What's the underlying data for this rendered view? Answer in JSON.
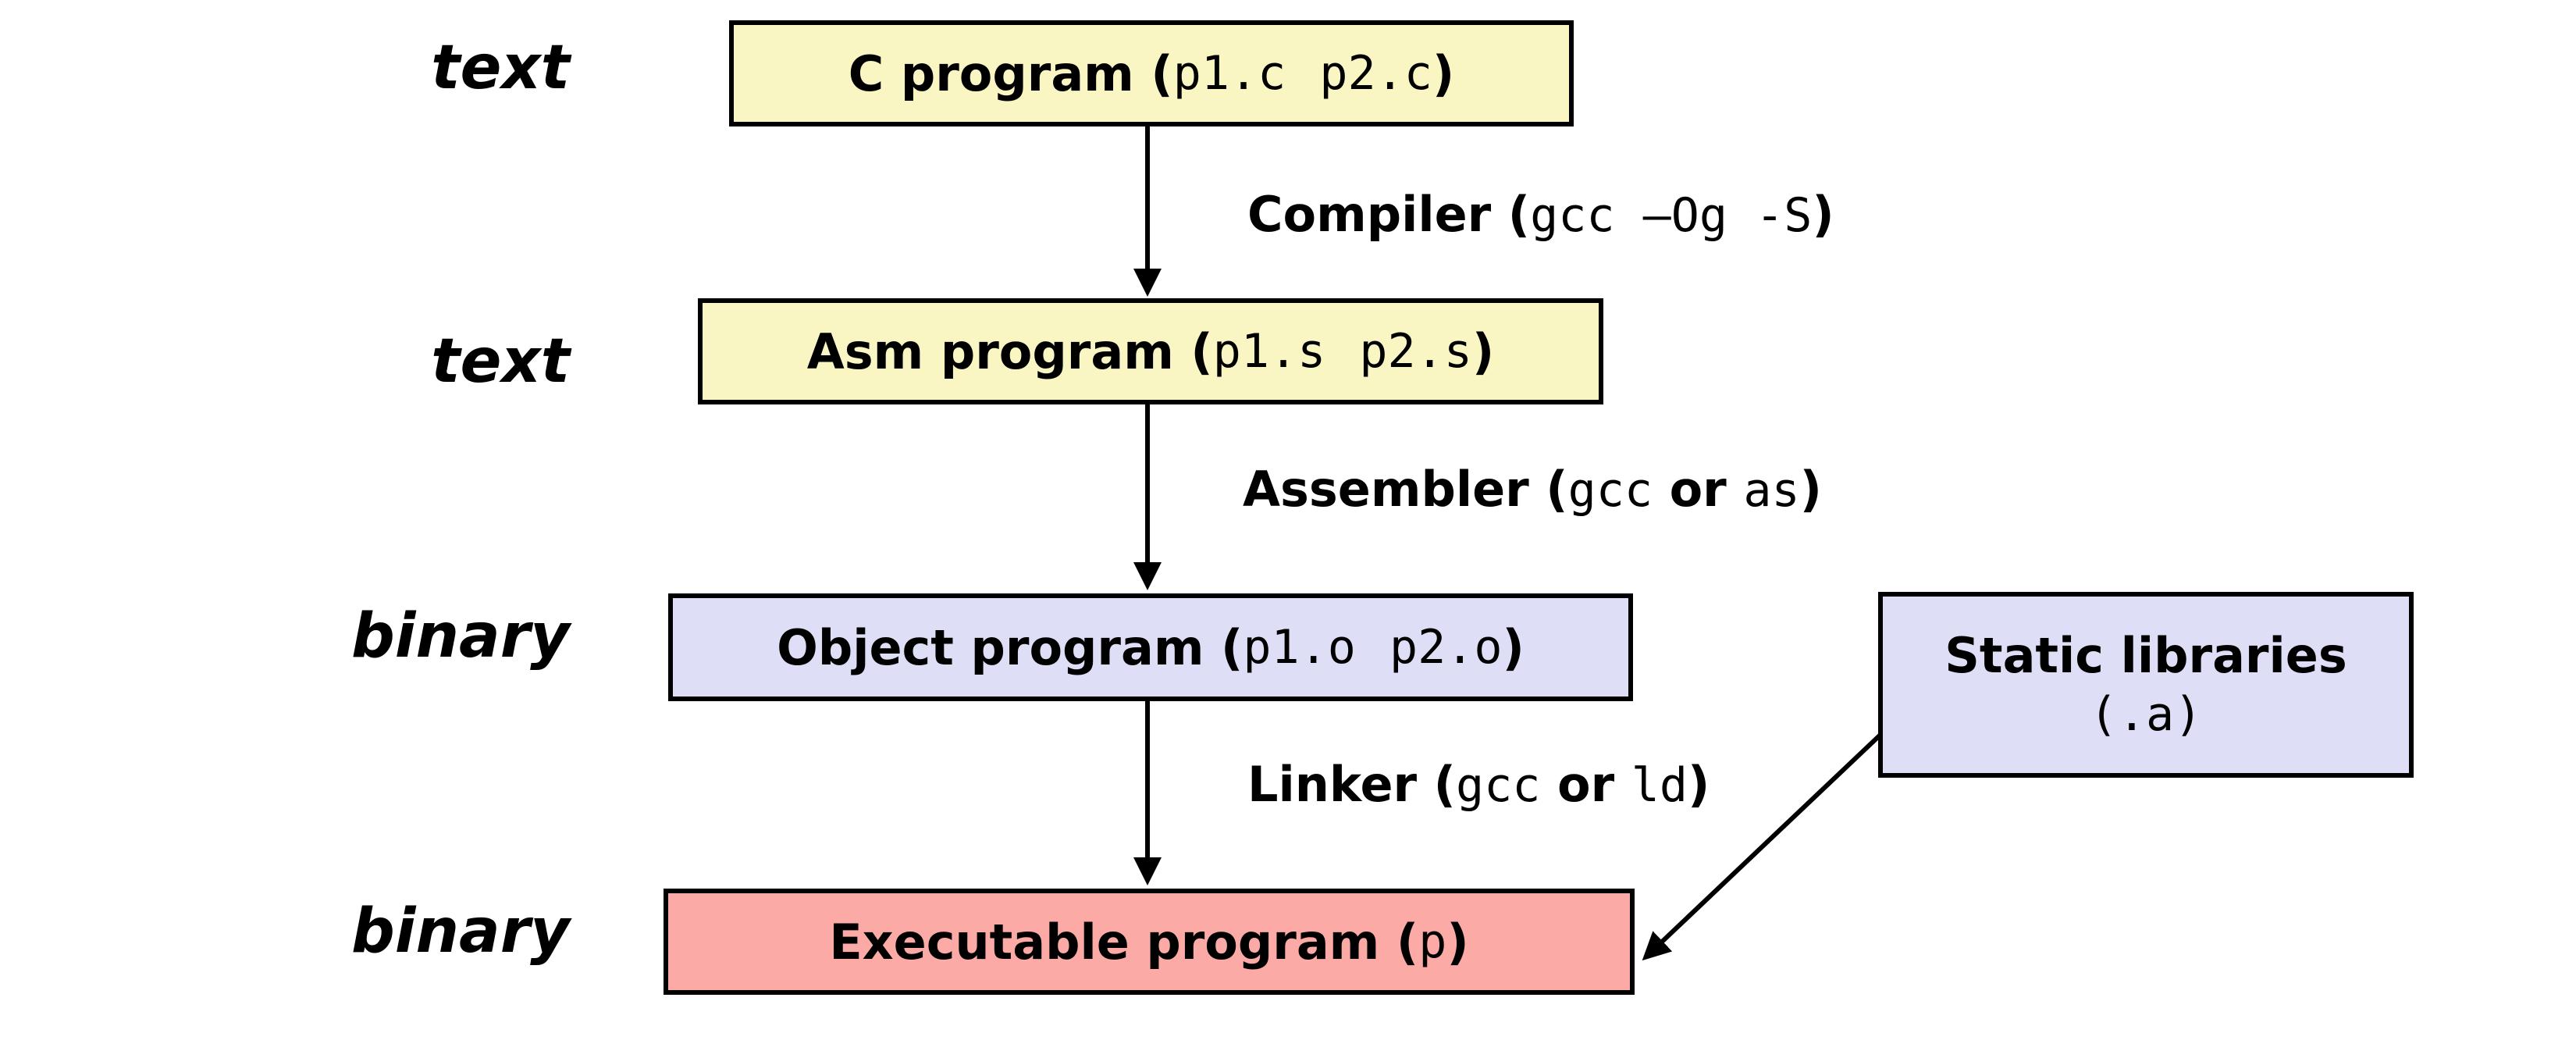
{
  "stage_labels": {
    "c_program": "text",
    "asm_program": "text",
    "object_program": "binary",
    "executable_program": "binary"
  },
  "boxes": {
    "c_program": {
      "label": "C program (",
      "file1": "p1.c",
      "file2": "p2.c",
      "close": ")",
      "fill": "#f9f6c4"
    },
    "asm_program": {
      "label": "Asm program (",
      "file1": "p1.s",
      "file2": "p2.s",
      "close": ")",
      "fill": "#f9f6c4"
    },
    "object_program": {
      "label": "Object program (",
      "file1": "p1.o",
      "file2": "p2.o",
      "close": ")",
      "fill": "#dedef6"
    },
    "executable_program": {
      "label": "Executable program (",
      "file": "p",
      "close": ")",
      "fill": "#fcaaa5"
    },
    "static_libraries": {
      "label": "Static libraries",
      "ext": "(.a)",
      "fill": "#dedef6"
    }
  },
  "steps": {
    "compiler": {
      "label": "Compiler (",
      "command": "gcc –Og -S",
      "close": ")"
    },
    "assembler": {
      "label": "Assembler (",
      "tool1": "gcc",
      "or": " or ",
      "tool2": "as",
      "close": ")"
    },
    "linker": {
      "label": "Linker (",
      "tool1": "gcc",
      "or": " or ",
      "tool2": "ld",
      "close": ")"
    }
  }
}
